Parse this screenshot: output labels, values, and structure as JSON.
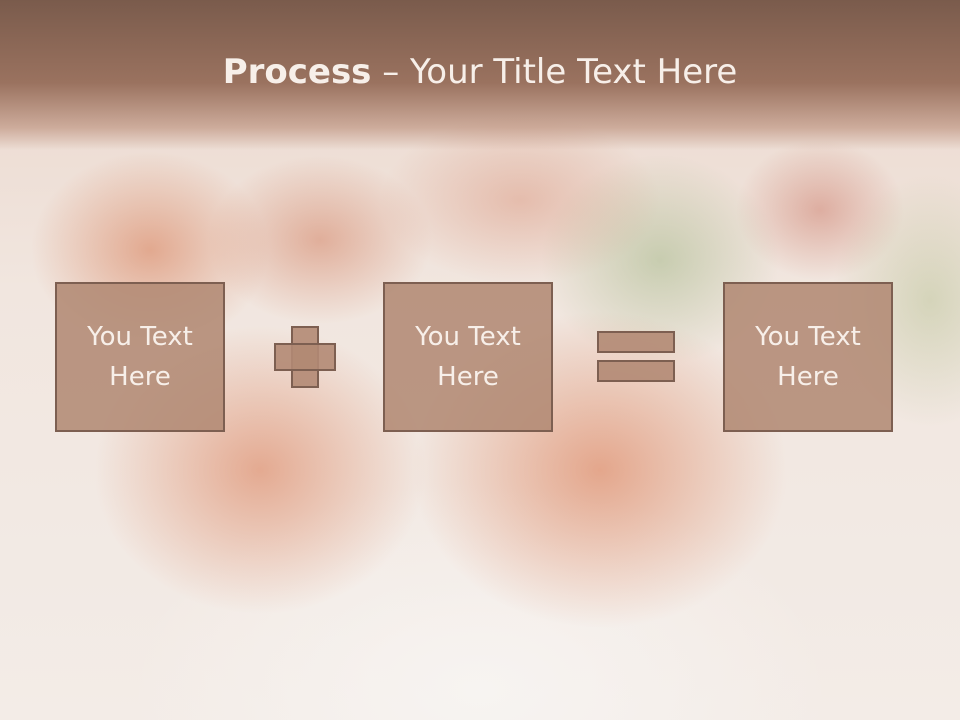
{
  "slide": {
    "title_bold": "Process",
    "title_rest": " – Your Title Text Here",
    "boxes": [
      {
        "line1": "You Text",
        "line2": "Here"
      },
      {
        "line1": "You Text",
        "line2": "Here"
      },
      {
        "line1": "You Text",
        "line2": "Here"
      }
    ],
    "operators": [
      "plus-icon",
      "equals-icon"
    ]
  },
  "colors": {
    "header": "#9a725f",
    "box_fill": "#b28a74",
    "box_border": "#7d5f51",
    "text": "#f7efe9"
  }
}
